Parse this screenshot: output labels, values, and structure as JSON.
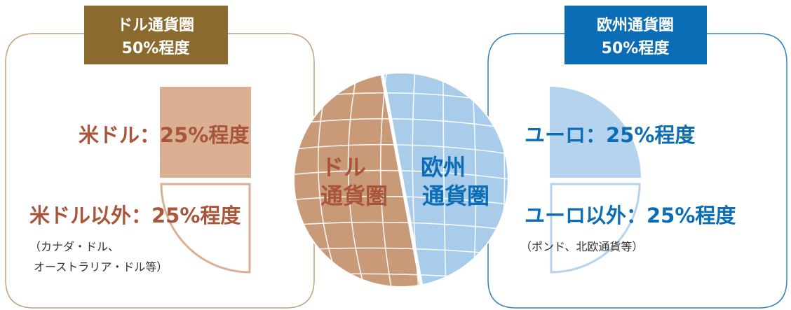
{
  "colors": {
    "dollar_dark": "#8B6A2F",
    "dollar_text": "#A8553A",
    "dollar_fill": "#DAAF94",
    "dollar_globe": "#C99A78",
    "dollar_border": "#C0A27A",
    "euro_dark": "#0B6DB5",
    "euro_fill": "#B5D3EE",
    "euro_globe": "#A9CCEB",
    "euro_border": "#2F82C3"
  },
  "dollar_bloc": {
    "header_line1": "ドル通貨圏",
    "header_line2": "50%程度",
    "usd_label": "米ドル：25%程度",
    "non_usd_label": "米ドル以外：25%程度",
    "non_usd_note_line1": "（カナダ・ドル、",
    "non_usd_note_line2": "オーストラリア・ドル等）"
  },
  "euro_bloc": {
    "header_line1": "欧州通貨圏",
    "header_line2": "50%程度",
    "eur_label": "ユーロ：25%程度",
    "non_eur_label": "ユーロ以外：25%程度",
    "non_eur_note": "（ポンド、北欧通貨等）"
  },
  "globe": {
    "left_line1": "ドル",
    "left_line2": "通貨圏",
    "right_line1": "欧州",
    "right_line2": "通貨圏"
  },
  "chart_data": {
    "type": "pie",
    "title": "",
    "slices": [
      {
        "group": "dollar_bloc",
        "label": "米ドル",
        "percent": 25
      },
      {
        "group": "dollar_bloc",
        "label": "米ドル以外",
        "percent": 25
      },
      {
        "group": "euro_bloc",
        "label": "ユーロ",
        "percent": 25
      },
      {
        "group": "euro_bloc",
        "label": "ユーロ以外",
        "percent": 25
      }
    ]
  }
}
